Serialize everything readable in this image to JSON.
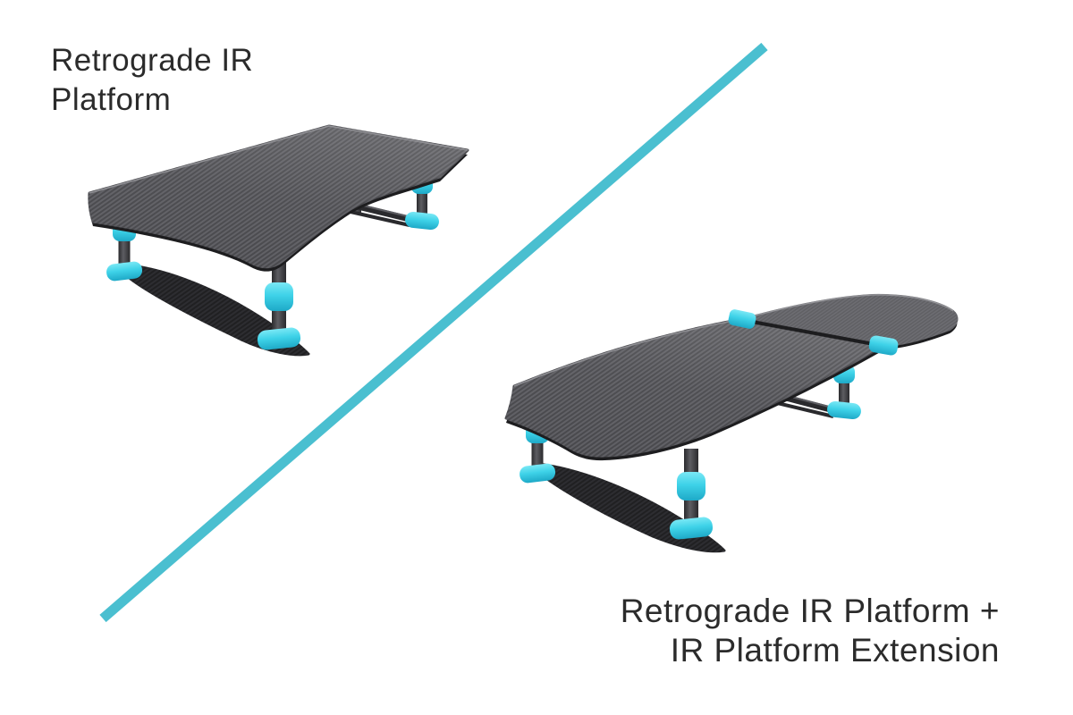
{
  "colors": {
    "background": "#ffffff",
    "text": "#2b2b2b",
    "divider_teal": "#4abfd0",
    "accent_cyan": "#3ed2e8",
    "accent_cyan_deep": "#1ea9c7",
    "carbon_base": "#48484c",
    "carbon_stripe": "#5f5f64",
    "carbon_edge": "#1d1d1f",
    "carbon_shadow_base": "#202022",
    "carbon_shadow_stripe": "#2d2d31",
    "extension_base": "#606064",
    "extension_stripe": "#6d6d72",
    "leg_dark": "#2a2a2d",
    "leg_mid": "#5d5d62",
    "edge_highlight": "#97979b"
  },
  "products": {
    "left": {
      "label_line1": "Retrograde IR",
      "label_line2": "Platform"
    },
    "right": {
      "label_line1": "Retrograde IR Platform +",
      "label_line2": "IR Platform Extension"
    }
  }
}
